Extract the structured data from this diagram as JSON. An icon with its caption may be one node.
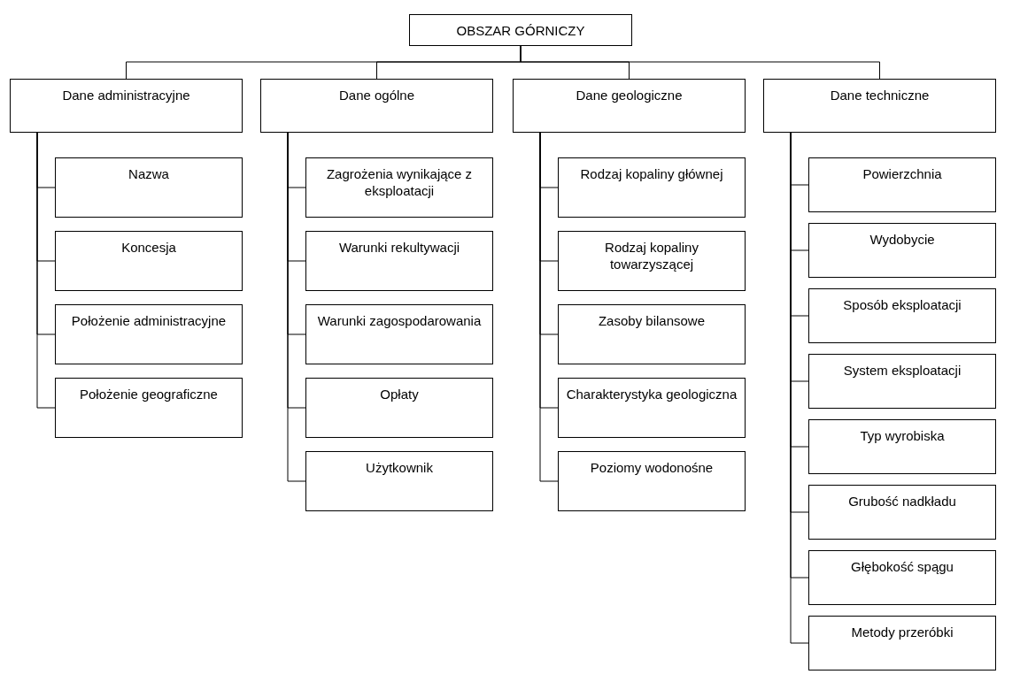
{
  "diagram": {
    "nodes": [
      {
        "text": [
          "OBSZAR GÓRNICZY"
        ]
      },
      {
        "text": [
          "Dane administracyjne"
        ]
      },
      {
        "text": [
          "Dane ogólne"
        ]
      },
      {
        "text": [
          "Dane geologiczne"
        ]
      },
      {
        "text": [
          "Dane techniczne"
        ]
      },
      {
        "text": [
          "Nazwa"
        ]
      },
      {
        "text": [
          "Koncesja"
        ]
      },
      {
        "text": [
          "Położenie administracyjne"
        ]
      },
      {
        "text": [
          "Położenie geograficzne"
        ]
      },
      {
        "text": [
          "Zagrożenia wynikające z eksploatacji"
        ]
      },
      {
        "text": [
          "Warunki rekultywacji"
        ]
      },
      {
        "text": [
          "Warunki zagospodarowania"
        ]
      },
      {
        "text": [
          "Opłaty"
        ]
      },
      {
        "text": [
          "Użytkownik"
        ]
      },
      {
        "text": [
          "Rodzaj kopaliny głównej"
        ]
      },
      {
        "text": [
          "Rodzaj kopaliny towarzyszącej"
        ]
      },
      {
        "text": [
          "Zasoby bilansowe"
        ]
      },
      {
        "text": [
          "Charakterystyka geologiczna"
        ]
      },
      {
        "text": [
          "Poziomy wodonośne"
        ]
      },
      {
        "text": [
          "Powierzchnia"
        ]
      },
      {
        "text": [
          "Wydobycie"
        ]
      },
      {
        "text": [
          "Sposób eksploatacji"
        ]
      },
      {
        "text": [
          "System eksploatacji"
        ]
      },
      {
        "text": [
          "Typ wyrobiska"
        ]
      },
      {
        "text": [
          "Grubość nadkładu"
        ]
      },
      {
        "text": [
          "Głębokość spągu"
        ]
      },
      {
        "text": [
          "Metody przeróbki"
        ]
      }
    ],
    "edges": [
      {
        "from": 0,
        "to": 1,
        "arrow": "none"
      },
      {
        "from": 0,
        "to": 2,
        "arrow": "none"
      },
      {
        "from": 0,
        "to": 3,
        "arrow": "none"
      },
      {
        "from": 0,
        "to": 4,
        "arrow": "none"
      },
      {
        "from": 1,
        "to": 5,
        "arrow": "none"
      },
      {
        "from": 1,
        "to": 6,
        "arrow": "none"
      },
      {
        "from": 1,
        "to": 7,
        "arrow": "none"
      },
      {
        "from": 1,
        "to": 8,
        "arrow": "none"
      },
      {
        "from": 2,
        "to": 9,
        "arrow": "none"
      },
      {
        "from": 2,
        "to": 10,
        "arrow": "none"
      },
      {
        "from": 2,
        "to": 11,
        "arrow": "none"
      },
      {
        "from": 2,
        "to": 12,
        "arrow": "none"
      },
      {
        "from": 2,
        "to": 13,
        "arrow": "none"
      },
      {
        "from": 3,
        "to": 14,
        "arrow": "none"
      },
      {
        "from": 3,
        "to": 15,
        "arrow": "none"
      },
      {
        "from": 3,
        "to": 16,
        "arrow": "none"
      },
      {
        "from": 3,
        "to": 17,
        "arrow": "none"
      },
      {
        "from": 3,
        "to": 18,
        "arrow": "none"
      },
      {
        "from": 4,
        "to": 19,
        "arrow": "none"
      },
      {
        "from": 4,
        "to": 20,
        "arrow": "none"
      },
      {
        "from": 4,
        "to": 21,
        "arrow": "none"
      },
      {
        "from": 4,
        "to": 22,
        "arrow": "none"
      },
      {
        "from": 4,
        "to": 23,
        "arrow": "none"
      },
      {
        "from": 4,
        "to": 24,
        "arrow": "none"
      },
      {
        "from": 4,
        "to": 25,
        "arrow": "none"
      },
      {
        "from": 4,
        "to": 26,
        "arrow": "none"
      }
    ]
  }
}
